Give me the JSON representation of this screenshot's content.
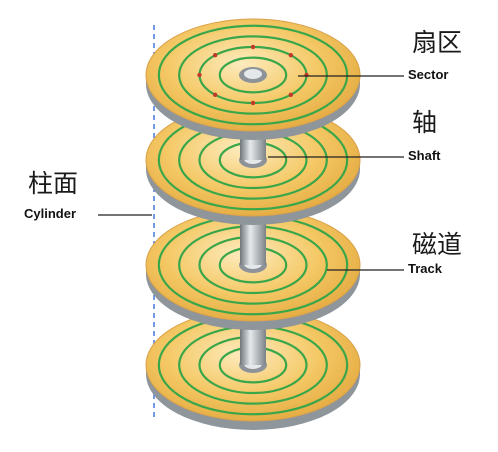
{
  "labels": {
    "sector_cn": "扇区",
    "sector_en": "Sector",
    "shaft_cn": "轴",
    "shaft_en": "Shaft",
    "cylinder_cn": "柱面",
    "cylinder_en": "Cylinder",
    "track_cn": "磁道",
    "track_en": "Track"
  },
  "colors": {
    "platter_top": "#f2c25e",
    "platter_highlight": "#fbe7b2",
    "platter_edge": "#8e959b",
    "track": "#3aa64a",
    "sector_dot": "#c0392b",
    "shaft": "#aeb4b8",
    "axis_dash": "#3a6fd8",
    "leader": "#222222"
  },
  "platter_count": 4,
  "tracks_per_platter": 4,
  "sector_dots": 8
}
